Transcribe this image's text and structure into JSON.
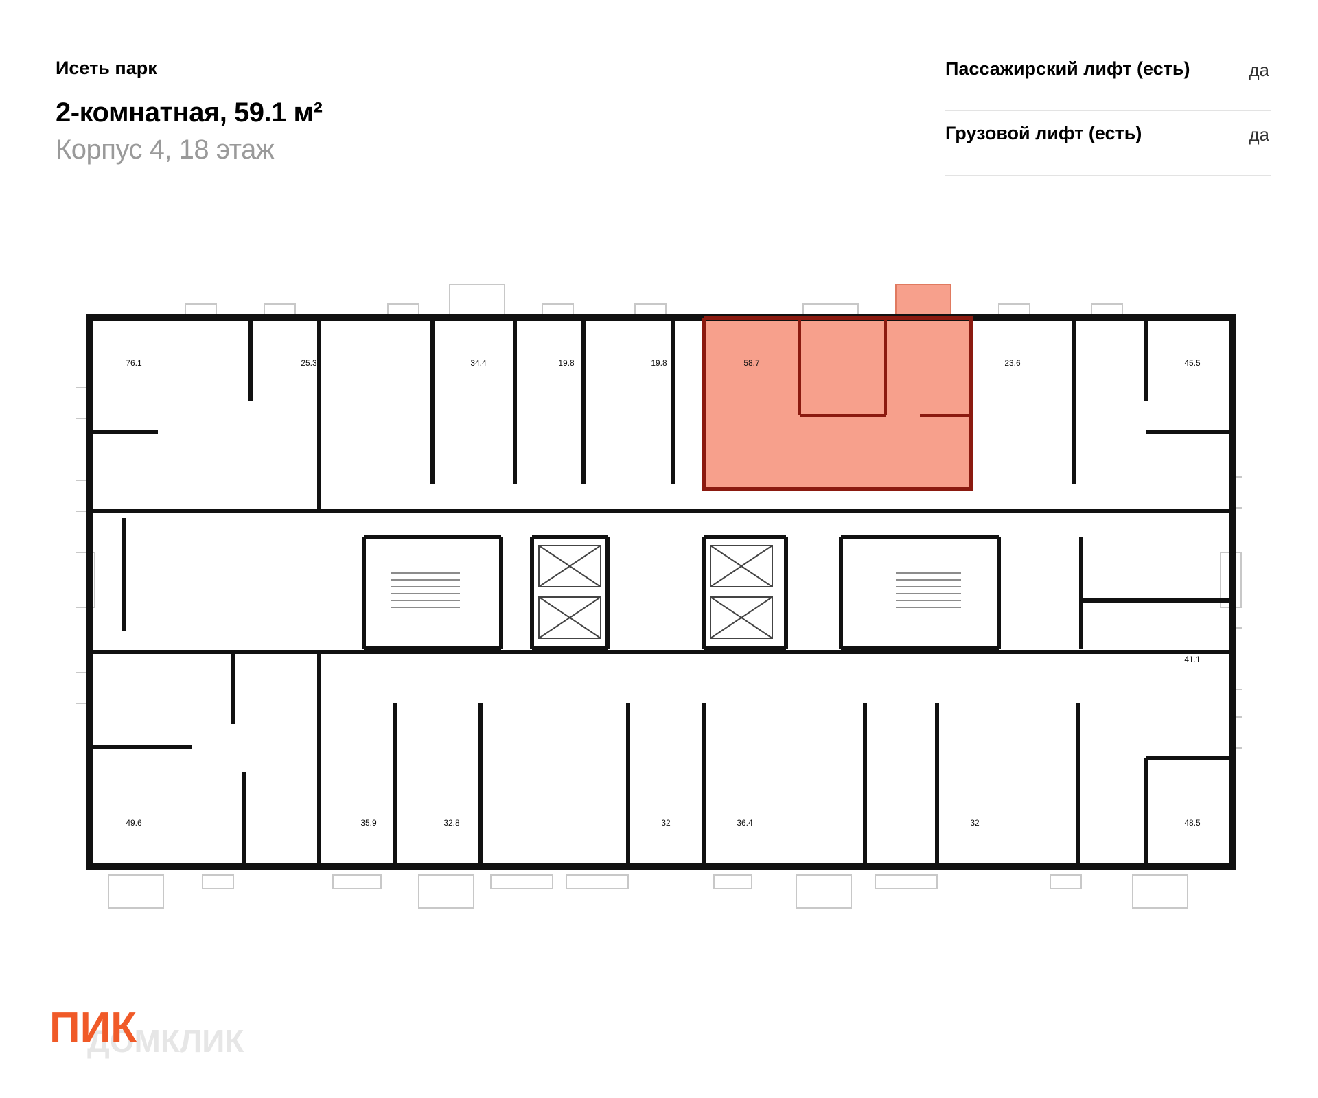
{
  "header": {
    "complex_name": "Исеть парк",
    "title": "2-комнатная, 59.1 м²",
    "subtitle": "Корпус 4, 18 этаж"
  },
  "specs": [
    {
      "label": "Пассажирский лифт (есть)",
      "value": "да"
    },
    {
      "label": "Грузовой лифт (есть)",
      "value": "да"
    }
  ],
  "plan": {
    "highlight_color": "#f7a08c",
    "highlight_border": "#8b1a10",
    "apartments_top": [
      {
        "area": "76.1"
      },
      {
        "area": "25.3"
      },
      {
        "area": "34.4"
      },
      {
        "area": "19.8"
      },
      {
        "area": "19.8"
      },
      {
        "area": "58.7",
        "selected": true
      },
      {
        "area": "23.6"
      },
      {
        "area": "45.5"
      }
    ],
    "apartments_right": [
      {
        "area": "41.1"
      }
    ],
    "apartments_bottom": [
      {
        "area": "49.6"
      },
      {
        "area": "35.9"
      },
      {
        "area": "32.8"
      },
      {
        "area": "32"
      },
      {
        "area": "36.4"
      },
      {
        "area": "32"
      },
      {
        "area": "48.5"
      }
    ]
  },
  "logo": {
    "brand": "ПИК",
    "brand_color": "#f05a28",
    "watermark": "ДОМКЛИК"
  }
}
